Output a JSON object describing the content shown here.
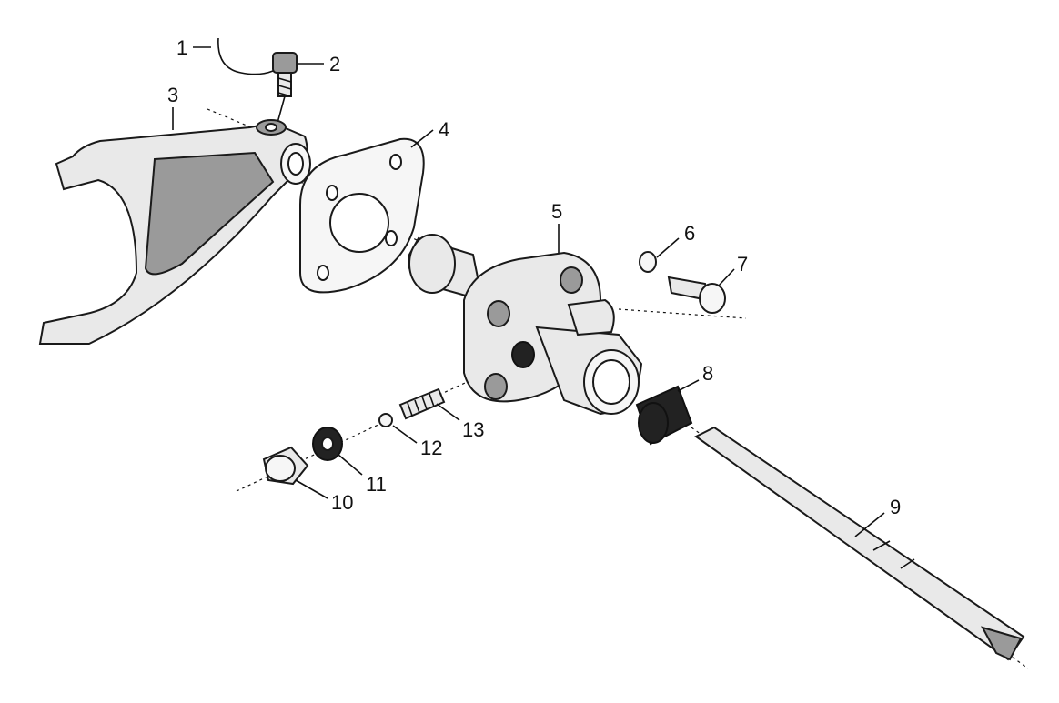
{
  "labels": [
    "1",
    "2",
    "3",
    "4",
    "5",
    "6",
    "7",
    "8",
    "9",
    "10",
    "11",
    "12",
    "13"
  ]
}
